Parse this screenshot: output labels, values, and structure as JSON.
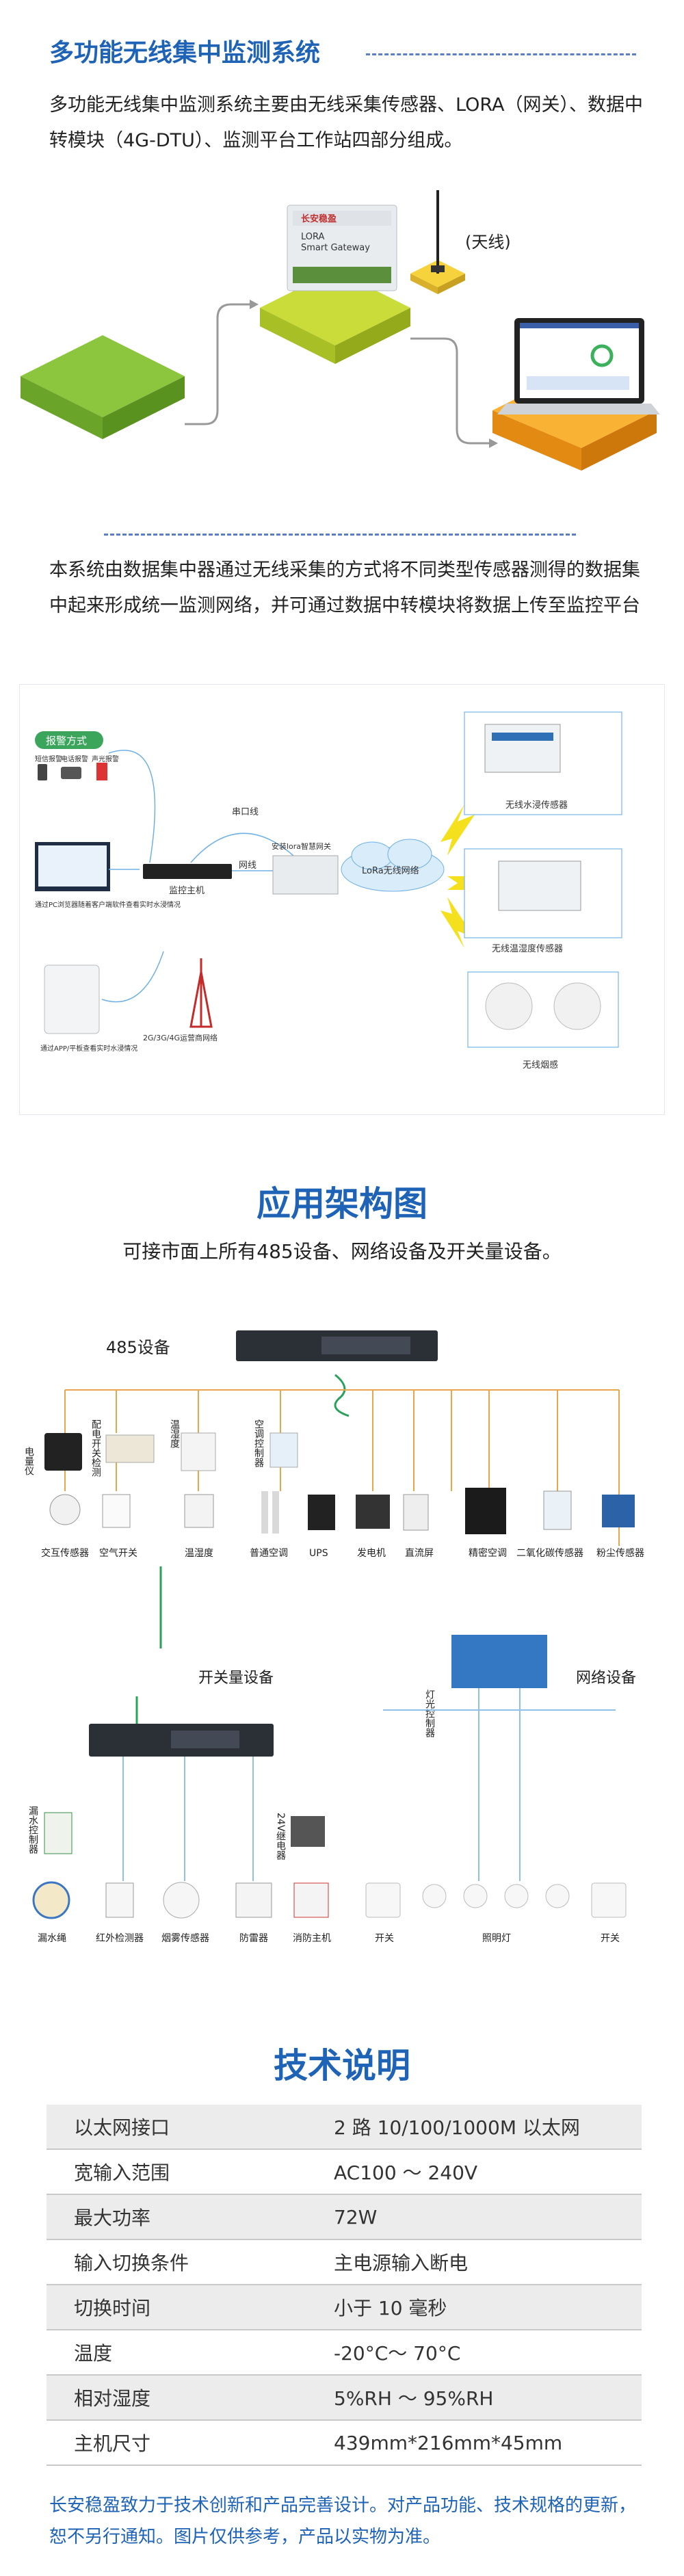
{
  "intro": {
    "title": "多功能无线集中监测系统",
    "paragraph": "多功能无线集中监测系统主要由无线采集传感器、LORA（网关）、数据中转模块（4G-DTU）、监测平台工作站四部分组成。"
  },
  "hero": {
    "device_brand": "长安稳盈",
    "device_model_1": "LORA",
    "device_model_2": "Smart Gateway",
    "antenna_label": "(天线)"
  },
  "system": {
    "paragraph": "本系统由数据集中器通过无线采集的方式将不同类型传感器测得的数据集中起来形成统一监测网络，并可通过数据中转模块将数据上传至监控平台"
  },
  "topology": {
    "alarm_title": "报警方式",
    "alarm_items": [
      "短信报警",
      "电话报警",
      "声光报警"
    ],
    "pc_caption": "通过PC浏览器随着客户端软件查看实时水浸情况",
    "app_caption": "通过APP/平板查看实时水浸情况",
    "host_label": "监控主机",
    "serial_label": "串口线",
    "network_label": "网线",
    "gateway_label": "安装lora智慧网关",
    "lora_cloud": "LoRa无线网络",
    "cellular_label": "2G/3G/4G运营商网络",
    "sensors": [
      "无线水浸传感器",
      "无线温湿度传感器",
      "无线烟感"
    ]
  },
  "architecture": {
    "title": "应用架构图",
    "subtitle": "可接市面上所有485设备、网络设备及开关量设备。",
    "rs485_label": "485设备",
    "top_devices": [
      "电量仪",
      "配电开关检测",
      "温湿度",
      "空调控制器"
    ],
    "row_devices": [
      "交互传感器",
      "空气开关",
      "温湿度",
      "普通空调",
      "UPS",
      "发电机",
      "直流屏",
      "精密空调",
      "二氧化碳传感器",
      "粉尘传感器"
    ],
    "switch_label": "开关量设备",
    "network_label": "网络设备",
    "lighting_controller": "灯光控制器",
    "leak_controller": "漏水控制器",
    "relay_label": "24V继电器",
    "bottom_left": [
      "漏水绳",
      "红外检测器",
      "烟雾传感器",
      "防雷器",
      "消防主机"
    ],
    "bottom_right": [
      "开关",
      "照明灯",
      "开关"
    ]
  },
  "specs": {
    "title": "技术说明",
    "rows": [
      {
        "k": "以太网接口",
        "v": "2 路 10/100/1000M 以太网"
      },
      {
        "k": "宽输入范围",
        "v": "AC100 ～ 240V"
      },
      {
        "k": "最大功率",
        "v": "72W"
      },
      {
        "k": "输入切换条件",
        "v": "主电源输入断电"
      },
      {
        "k": "切换时间",
        "v": "小于 10 毫秒"
      },
      {
        "k": "温度",
        "v": "-20°C～ 70°C"
      },
      {
        "k": "相对湿度",
        "v": "5%RH ～ 95%RH"
      },
      {
        "k": "主机尺寸",
        "v": "439mm*216mm*45mm"
      }
    ]
  },
  "footer": "长安稳盈致力于技术创新和产品完善设计。对产品功能、技术规格的更新，恕不另行通知。图片仅供参考，产品以实物为准。",
  "colors": {
    "accent": "#1e63b6",
    "green": "#7ab52a",
    "orange": "#f39a1e",
    "line": "#e8a54a"
  }
}
